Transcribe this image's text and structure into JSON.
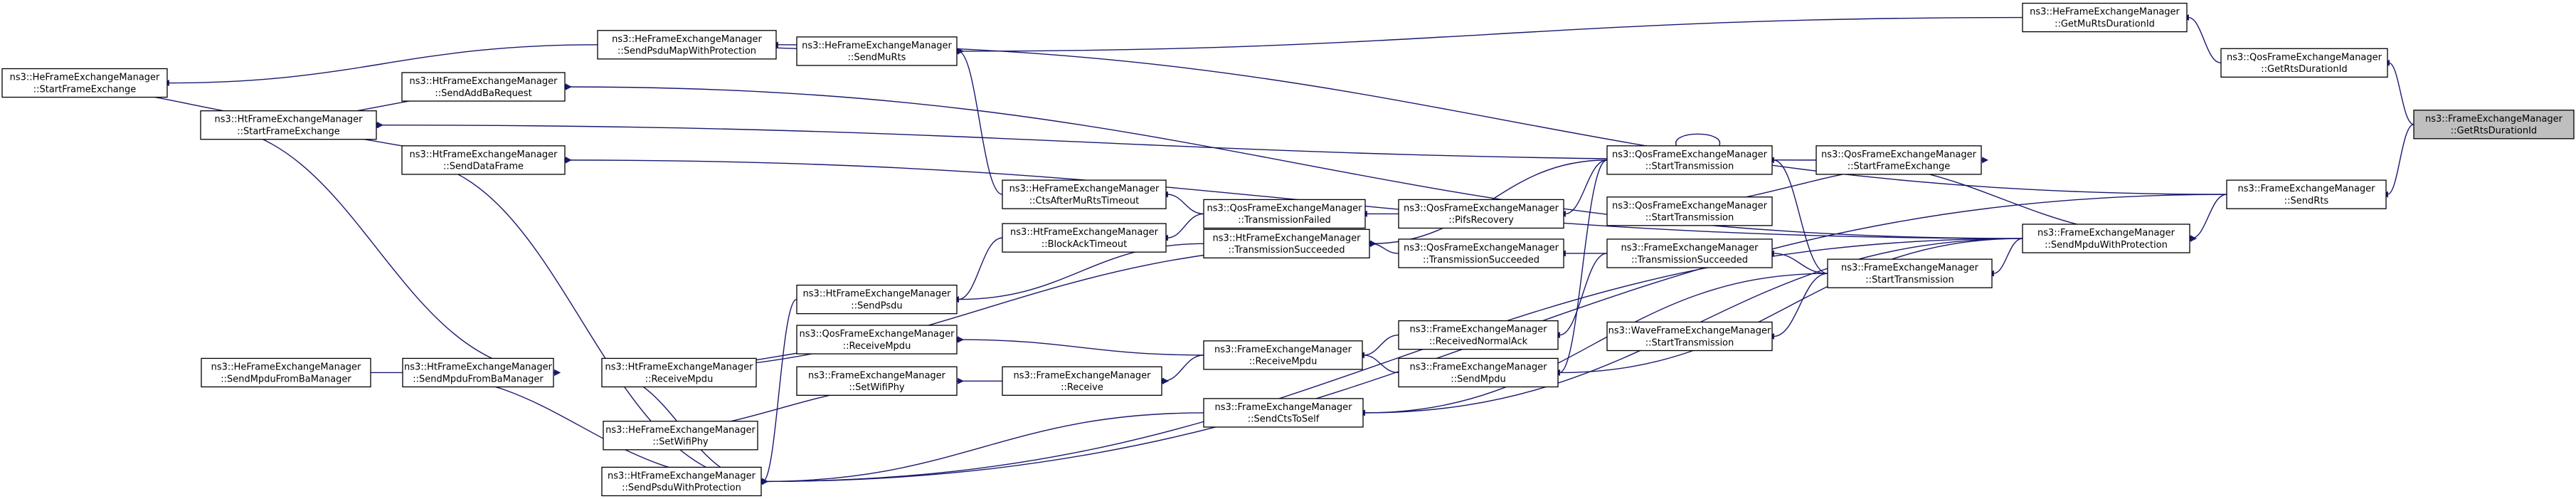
{
  "diagram": {
    "type": "doxygen caller graph",
    "colors": {
      "edge": "#191970",
      "node_border": "#000000",
      "focus_fill": "#bfbfbf",
      "node_fill": "#ffffff"
    },
    "nodes": {
      "n01": {
        "line1": "ns3::HeFrameExchangeManager",
        "line2": "::StartFrameExchange"
      },
      "n02": {
        "line1": "ns3::HtFrameExchangeManager",
        "line2": "::StartFrameExchange"
      },
      "n03": {
        "line1": "ns3::HeFrameExchangeManager",
        "line2": "::SendPsduMapWithProtection"
      },
      "n04": {
        "line1": "ns3::HtFrameExchangeManager",
        "line2": "::SendAddBaRequest"
      },
      "n05": {
        "line1": "ns3::HtFrameExchangeManager",
        "line2": "::SendDataFrame"
      },
      "n06": {
        "line1": "ns3::HeFrameExchangeManager",
        "line2": "::SendMpduFromBaManager"
      },
      "n07": {
        "line1": "ns3::HtFrameExchangeManager",
        "line2": "::SendMpduFromBaManager"
      },
      "n08": {
        "line1": "ns3::HtFrameExchangeManager",
        "line2": "::ReceiveMpdu"
      },
      "n09": {
        "line1": "ns3::HeFrameExchangeManager",
        "line2": "::SetWifiPhy"
      },
      "n10": {
        "line1": "ns3::HtFrameExchangeManager",
        "line2": "::SendPsduWithProtection"
      },
      "n11": {
        "line1": "ns3::HeFrameExchangeManager",
        "line2": "::SendMuRts"
      },
      "n12": {
        "line1": "ns3::HeFrameExchangeManager",
        "line2": "::CtsAfterMuRtsTimeout"
      },
      "n13": {
        "line1": "ns3::HtFrameExchangeManager",
        "line2": "::BlockAckTimeout"
      },
      "n14": {
        "line1": "ns3::HtFrameExchangeManager",
        "line2": "::SendPsdu"
      },
      "n15": {
        "line1": "ns3::QosFrameExchangeManager",
        "line2": "::ReceiveMpdu"
      },
      "n16": {
        "line1": "ns3::FrameExchangeManager",
        "line2": "::SetWifiPhy"
      },
      "n17": {
        "line1": "ns3::FrameExchangeManager",
        "line2": "::Receive"
      },
      "n18": {
        "line1": "ns3::QosFrameExchangeManager",
        "line2": "::TransmissionFailed"
      },
      "n19": {
        "line1": "ns3::HtFrameExchangeManager",
        "line2": "::TransmissionSucceeded"
      },
      "n20": {
        "line1": "ns3::FrameExchangeManager",
        "line2": "::ReceiveMpdu"
      },
      "n21": {
        "line1": "ns3::FrameExchangeManager",
        "line2": "::SendCtsToSelf"
      },
      "n22": {
        "line1": "ns3::QosFrameExchangeManager",
        "line2": "::PifsRecovery"
      },
      "n23": {
        "line1": "ns3::QosFrameExchangeManager",
        "line2": "::TransmissionSucceeded"
      },
      "n24": {
        "line1": "ns3::FrameExchangeManager",
        "line2": "::ReceivedNormalAck"
      },
      "n25": {
        "line1": "ns3::FrameExchangeManager",
        "line2": "::SendMpdu"
      },
      "n26": {
        "line1": "ns3::QosFrameExchangeManager",
        "line2": "::StartTransmission"
      },
      "n27": {
        "line1": "ns3::QosFrameExchangeManager",
        "line2": "::StartFrameExchange"
      },
      "n28": {
        "line1": "ns3::QosFrameExchangeManager",
        "line2": "::StartTransmission"
      },
      "n29": {
        "line1": "ns3::FrameExchangeManager",
        "line2": "::TransmissionSucceeded"
      },
      "n30": {
        "line1": "ns3::WaveFrameExchangeManager",
        "line2": "::StartTransmission"
      },
      "n31": {
        "line1": "ns3::FrameExchangeManager",
        "line2": "::StartTransmission"
      },
      "n32": {
        "line1": "ns3::HeFrameExchangeManager",
        "line2": "::GetMuRtsDurationId"
      },
      "n33": {
        "line1": "ns3::FrameExchangeManager",
        "line2": "::SendMpduWithProtection"
      },
      "n34": {
        "line1": "ns3::QosFrameExchangeManager",
        "line2": "::GetRtsDurationId"
      },
      "n35": {
        "line1": "ns3::FrameExchangeManager",
        "line2": "::SendRts"
      },
      "n36": {
        "line1": "ns3::FrameExchangeManager",
        "line2": "::GetRtsDurationId"
      }
    }
  }
}
